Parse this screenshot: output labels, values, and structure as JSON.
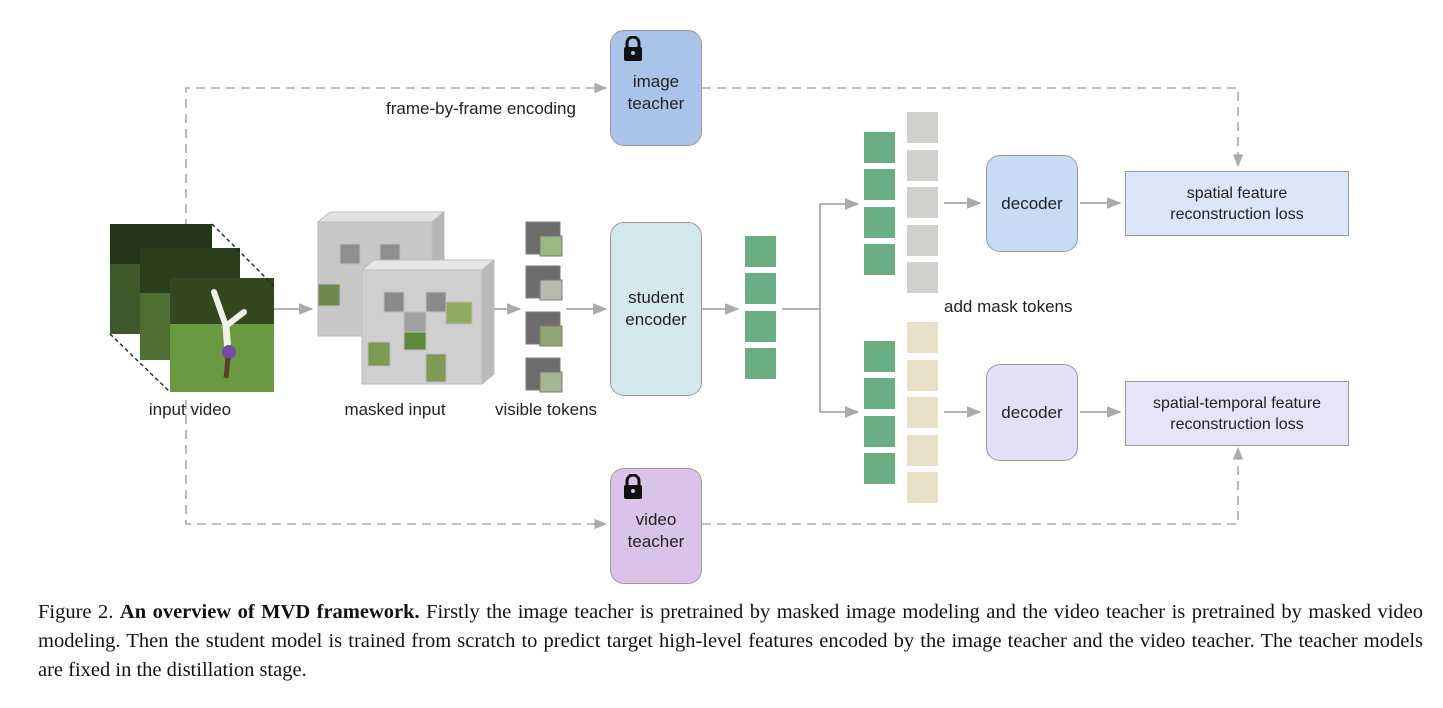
{
  "figure": {
    "image_teacher_label": "image\nteacher",
    "video_teacher_label": "video\nteacher",
    "student_encoder_label": "student\nencoder",
    "decoder_top_label": "decoder",
    "decoder_bottom_label": "decoder",
    "spatial_loss_label": "spatial feature\nreconstruction loss",
    "st_loss_label": "spatial-temporal feature\nreconstruction loss",
    "frame_by_frame_label": "frame-by-frame encoding",
    "input_video_label": "input video",
    "masked_input_label": "masked input",
    "visible_tokens_label": "visible tokens",
    "add_mask_tokens_label": "add mask tokens",
    "icons": [
      "lock-icon",
      "lock-icon"
    ],
    "colors": {
      "image_teacher": "#a9c4e8",
      "video_teacher": "#d9c3e8",
      "student_encoder": "#d3e9ee",
      "decoder_top": "#c9daf5",
      "decoder_bottom": "#e4e0f7",
      "spatial_loss": "#dbe6f9",
      "st_loss": "#e7e4fa",
      "feature_token": "#6aae83",
      "mask_token_gray": "#cfd0cc",
      "mask_token_beige": "#e8dfc8",
      "arrow": "#aaaaaa"
    }
  },
  "caption": {
    "figure_number": "Figure 2.",
    "title": "An overview of MVD framework.",
    "body": " Firstly the image teacher is pretrained by masked image modeling and the video teacher is pretrained by masked video modeling. Then the student model is trained from scratch to predict target high-level features encoded by the image teacher and the video teacher. The teacher models are fixed in the distillation stage."
  }
}
